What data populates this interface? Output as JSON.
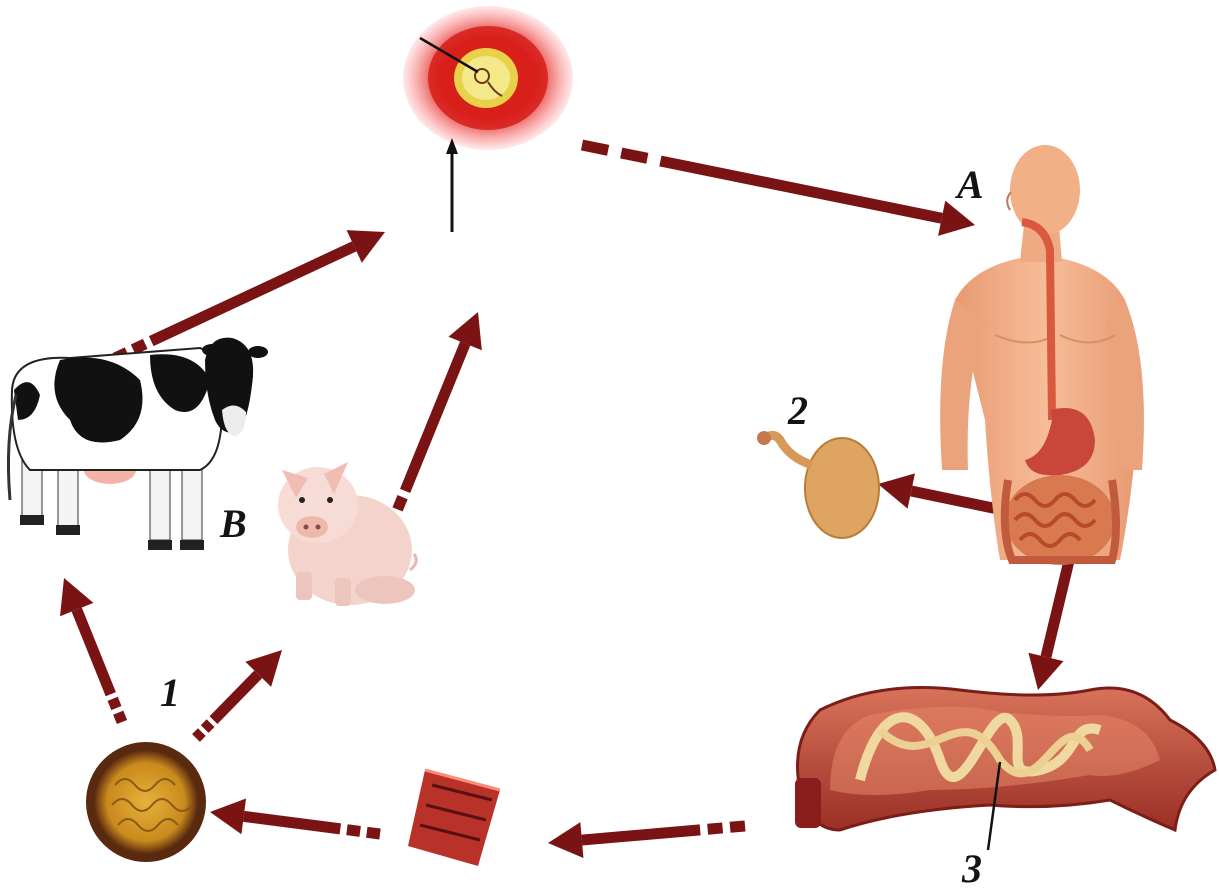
{
  "labels": {
    "A": "A",
    "B": "B",
    "one": "1",
    "two": "2",
    "three": "3"
  },
  "colors": {
    "arrow": "#7a1414",
    "pointer": "#111111",
    "skin": "#f2b087",
    "intestine": "#c25a3e",
    "cyst_red": "#d71f1a",
    "egg_amber": "#c98a1c"
  },
  "icons": [
    "cysticercus-cyst-icon",
    "human-body-digestive-icon",
    "scolex-bladder-icon",
    "intestine-tapeworm-icon",
    "proglottid-segment-icon",
    "egg-icon",
    "cow-icon",
    "pig-icon"
  ]
}
